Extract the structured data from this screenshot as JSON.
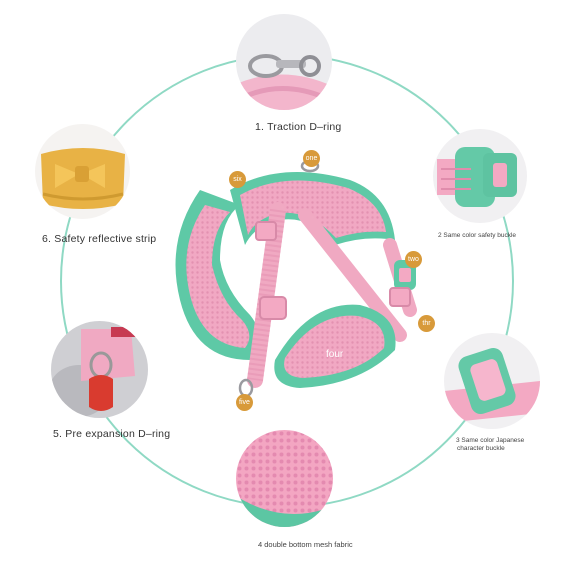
{
  "labels": {
    "l1": "1. Traction D–ring",
    "l2": "2 Same color safety buckle",
    "l3a": "3 Same color Japanese",
    "l3b": "character buckle",
    "l4": "4 double bottom mesh fabric",
    "l5": "5. Pre expansion D–ring",
    "l6": "6. Safety reflective strip"
  },
  "badges": {
    "one": "one",
    "two": "two",
    "three": "thr",
    "four": "four",
    "five": "five",
    "six": "six"
  },
  "colors": {
    "ring": "#8fd9c4",
    "harness_pink": "#f0a9c2",
    "harness_mint": "#5ec9a6",
    "badge": "#d89a3a"
  }
}
